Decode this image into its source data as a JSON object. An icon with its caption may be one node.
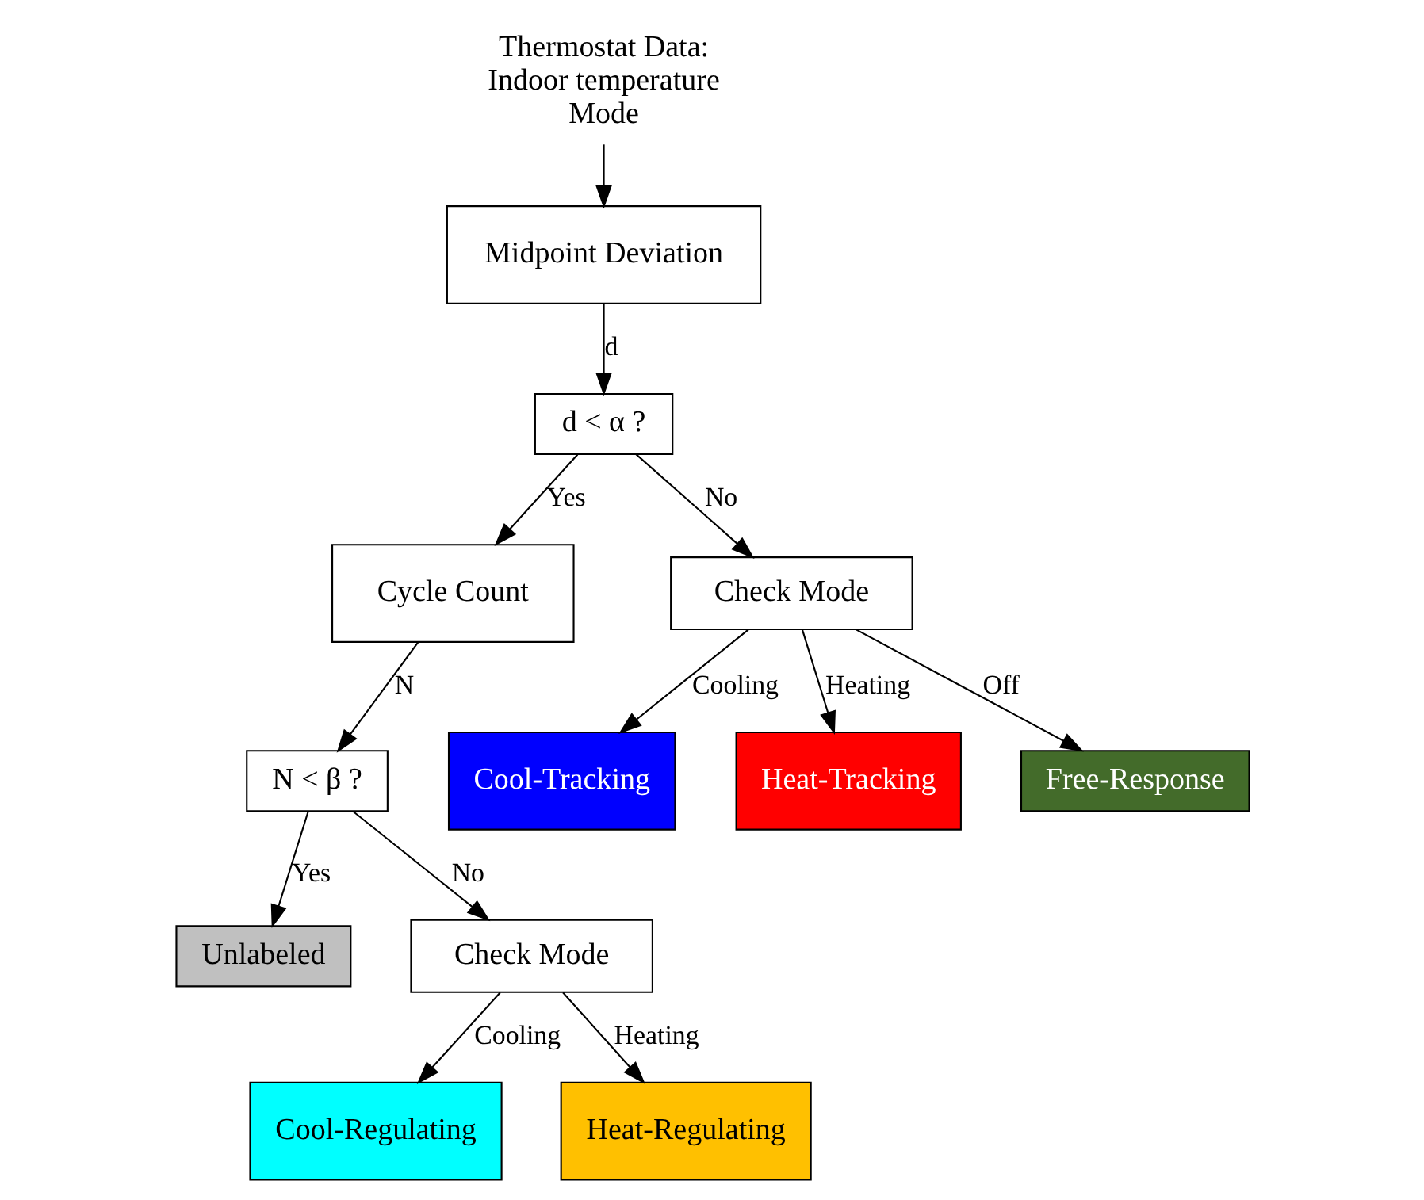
{
  "diagram": {
    "nodes": [
      {
        "text": [
          "Thermostat Data:",
          "Indoor temperature",
          "Mode"
        ]
      },
      {
        "text": [
          "Midpoint Deviation"
        ]
      },
      {
        "text": [
          "d < α ?"
        ]
      },
      {
        "text": [
          "Cycle Count"
        ]
      },
      {
        "text": [
          "Check Mode"
        ]
      },
      {
        "text": [
          "N < β ?"
        ]
      },
      {
        "text": [
          "Unlabeled"
        ]
      },
      {
        "text": [
          "Cool-Tracking"
        ]
      },
      {
        "text": [
          "Heat-Tracking"
        ]
      },
      {
        "text": [
          "Free-Response"
        ]
      },
      {
        "text": [
          "Check Mode"
        ]
      },
      {
        "text": [
          "Cool-Regulating"
        ]
      },
      {
        "text": [
          "Heat-Regulating"
        ]
      }
    ],
    "edges": [
      {
        "from": 0,
        "to": 1,
        "arrow": "to"
      },
      {
        "from": 1,
        "to": 2,
        "arrow": "to",
        "label": "d"
      },
      {
        "from": 2,
        "to": 3,
        "arrow": "to",
        "label": "Yes"
      },
      {
        "from": 2,
        "to": 4,
        "arrow": "to",
        "label": "No"
      },
      {
        "from": 3,
        "to": 5,
        "arrow": "to",
        "label": "N"
      },
      {
        "from": 4,
        "to": 7,
        "arrow": "to",
        "label": "Cooling"
      },
      {
        "from": 4,
        "to": 9,
        "arrow": "to",
        "label": "Off"
      },
      {
        "from": 4,
        "to": 8,
        "arrow": "to",
        "label": "Heating"
      },
      {
        "from": 5,
        "to": 6,
        "arrow": "to",
        "label": "Yes"
      },
      {
        "from": 5,
        "to": 10,
        "arrow": "to",
        "label": "No"
      },
      {
        "from": 10,
        "to": 11,
        "arrow": "to",
        "label": "Cooling"
      },
      {
        "from": 10,
        "to": 12,
        "arrow": "to",
        "label": "Heating"
      }
    ]
  }
}
